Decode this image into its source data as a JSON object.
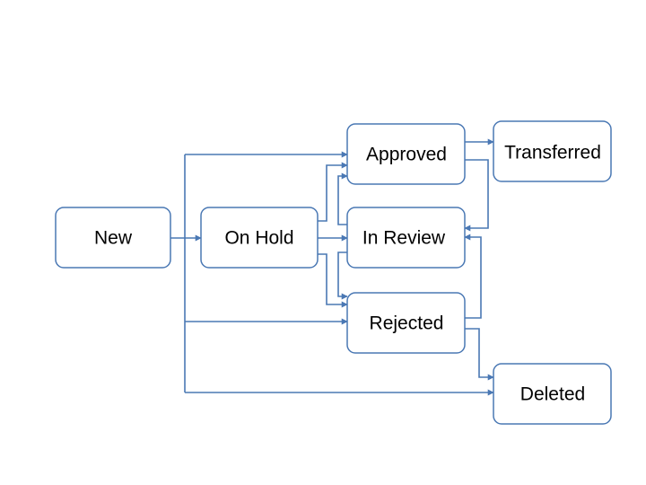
{
  "nodes": {
    "new": "New",
    "on_hold": "On Hold",
    "approved": "Approved",
    "in_review": "In Review",
    "rejected": "Rejected",
    "transferred": "Transferred",
    "deleted": "Deleted"
  },
  "edges": [
    {
      "from": "New",
      "to": "On Hold"
    },
    {
      "from": "New",
      "to": "Approved"
    },
    {
      "from": "New",
      "to": "Rejected"
    },
    {
      "from": "New",
      "to": "Deleted"
    },
    {
      "from": "On Hold",
      "to": "Approved"
    },
    {
      "from": "On Hold",
      "to": "In Review"
    },
    {
      "from": "On Hold",
      "to": "Rejected"
    },
    {
      "from": "In Review",
      "to": "Approved"
    },
    {
      "from": "In Review",
      "to": "Rejected"
    },
    {
      "from": "Approved",
      "to": "Transferred"
    },
    {
      "from": "Approved",
      "to": "In Review"
    },
    {
      "from": "Rejected",
      "to": "In Review"
    },
    {
      "from": "Rejected",
      "to": "Deleted"
    }
  ],
  "colors": {
    "stroke": "#4a78b4",
    "box_fill": "#ffffff",
    "text": "#000000"
  }
}
